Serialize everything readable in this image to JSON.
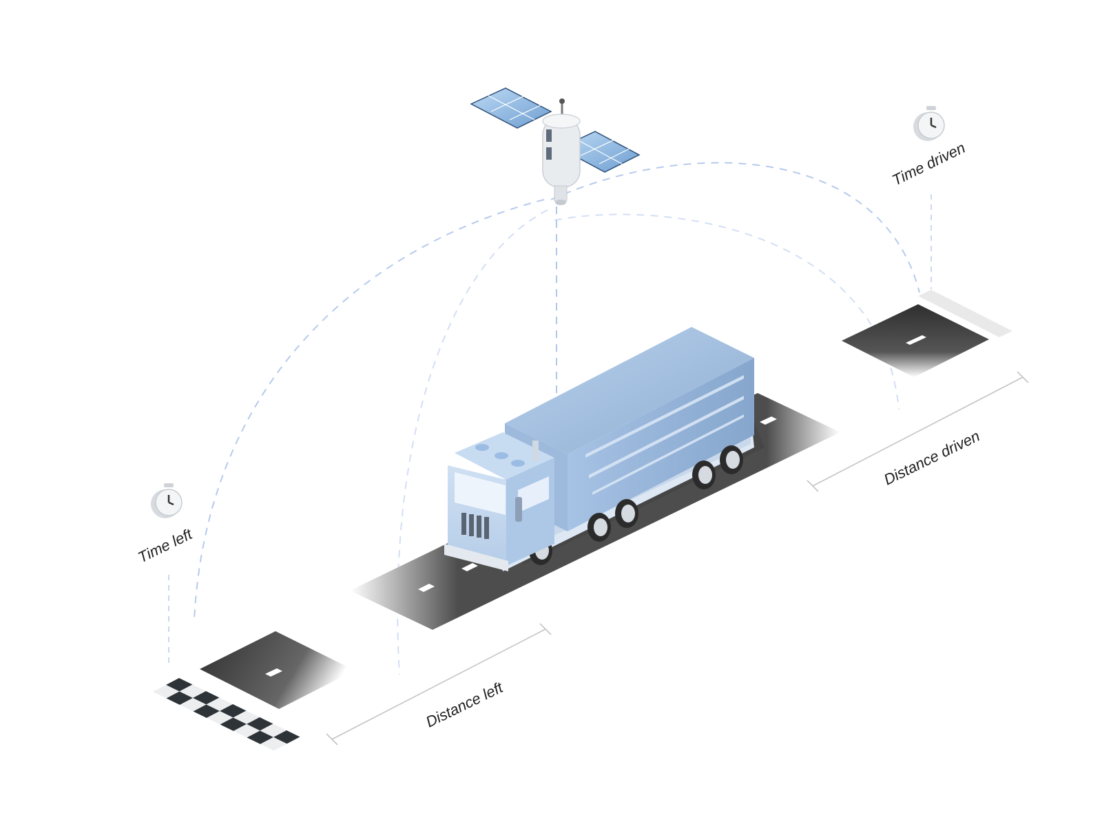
{
  "labels": {
    "time_left": "Time left",
    "time_driven": "Time driven",
    "distance_left": "Distance left",
    "distance_driven": "Distance driven"
  },
  "icons": {
    "satellite": "satellite-icon",
    "truck": "truck-icon",
    "stopwatch": "stopwatch-icon",
    "finish_flag": "checkered-finish-icon"
  },
  "colors": {
    "signal_dash": "#9db8e6",
    "truck_body": "#a9c6e6",
    "road": "#4a4a4a",
    "measure_line": "#c4c4c4"
  }
}
